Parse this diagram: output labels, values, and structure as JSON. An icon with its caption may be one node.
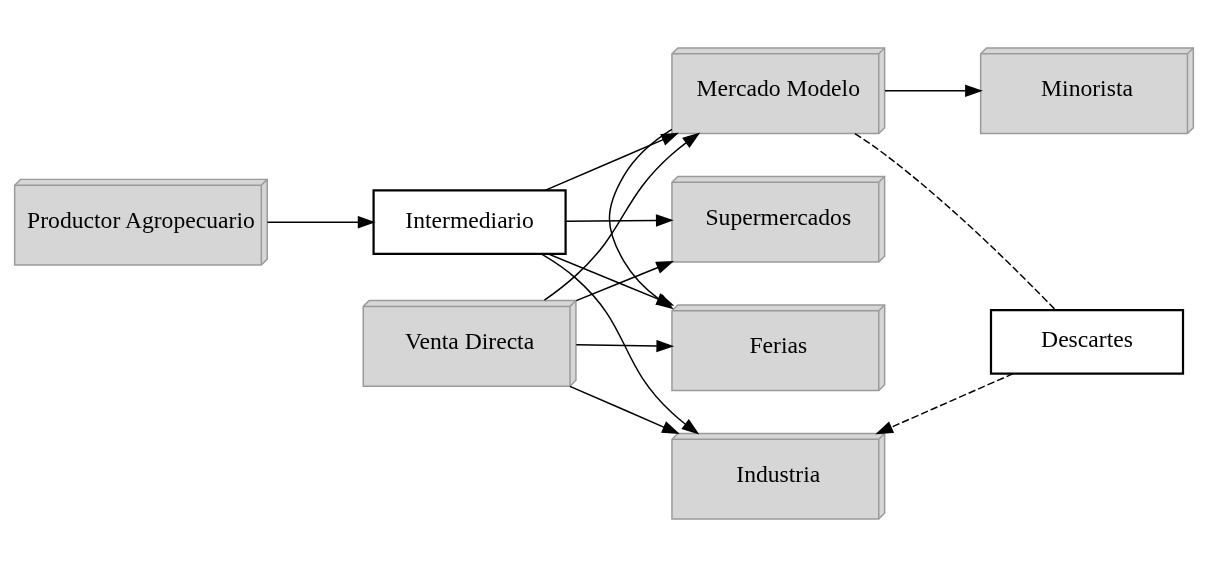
{
  "diagram": {
    "nodes": [
      {
        "text": [
          "Productor Agropecuario"
        ]
      },
      {
        "text": [
          "Intermediario"
        ]
      },
      {
        "text": [
          "Venta Directa"
        ]
      },
      {
        "text": [
          "Ferias"
        ]
      },
      {
        "text": [
          "Mercado Modelo"
        ]
      },
      {
        "text": [
          "Minorista"
        ]
      },
      {
        "text": [
          "Supermercados"
        ]
      },
      {
        "text": [
          "Descartes"
        ]
      },
      {
        "text": [
          "Industria"
        ]
      }
    ],
    "edges": [
      {
        "from": 0,
        "to": 1,
        "arrow": "to"
      },
      {
        "from": 1,
        "to": 3,
        "arrow": "to"
      },
      {
        "from": 1,
        "to": 4,
        "arrow": "to"
      },
      {
        "from": 1,
        "to": 6,
        "arrow": "to"
      },
      {
        "from": 1,
        "to": 8,
        "arrow": "to"
      },
      {
        "from": 2,
        "to": 3,
        "arrow": "to"
      },
      {
        "from": 2,
        "to": 4,
        "arrow": "to"
      },
      {
        "from": 2,
        "to": 6,
        "arrow": "to"
      },
      {
        "from": 2,
        "to": 8,
        "arrow": "to"
      },
      {
        "from": 4,
        "to": 3,
        "arrow": "to"
      },
      {
        "from": 4,
        "to": 5,
        "arrow": "to"
      },
      {
        "from": 4,
        "to": 7,
        "arrow": "none",
        "style": "dashed"
      },
      {
        "from": 7,
        "to": 8,
        "arrow": "to",
        "style": "dashed"
      }
    ]
  }
}
